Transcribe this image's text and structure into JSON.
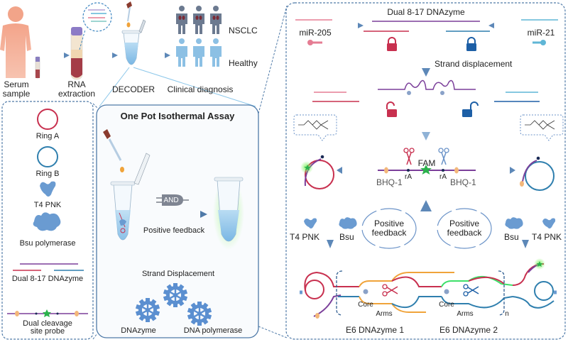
{
  "workflow": {
    "serum_label_line1": "Serum",
    "serum_label_line2": "sample",
    "rna_label_line1": "RNA",
    "rna_label_line2": "extraction",
    "decoder_label": "DECODER",
    "clinical_label": "Clinical diagnosis",
    "nsclc_label": "NSCLC",
    "healthy_label": "Healthy"
  },
  "legend": {
    "ring_a": "Ring A",
    "ring_b": "Ring B",
    "t4pnk": "T4 PNK",
    "bsu": "Bsu polymerase",
    "dual_dnazyme": "Dual 8-17 DNAzyme",
    "probe_line1": "Dual cleavage",
    "probe_line2": "site probe"
  },
  "assay": {
    "title": "One Pot Isothermal Assay",
    "and_gate": "AND",
    "positive_feedback": "Positive feedback",
    "strand_displacement": "Strand Displacement",
    "dnazyme": "DNAzyme",
    "dna_polymerase": "DNA polymerase"
  },
  "mechanism": {
    "dual_dnazyme": "Dual 8-17 DNAzyme",
    "mir205": "miR-205",
    "mir21": "miR-21",
    "strand_displacement": "Strand displacement",
    "fam": "FAM",
    "ra_left": "rA",
    "ra_right": "rA",
    "bhq_left": "BHQ-1",
    "bhq_right": "BHQ-1",
    "pf_left_line1": "Positive",
    "pf_left_line2": "feedback",
    "pf_right_line1": "Positive",
    "pf_right_line2": "feedback",
    "t4pnk_left": "T4 PNK",
    "bsu_left": "Bsu",
    "bsu_right": "Bsu",
    "t4pnk_right": "T4 PNK",
    "core1": "Core",
    "arms1": "Arms",
    "core2": "Core",
    "arms2": "Arms",
    "repeat_n": "n",
    "e6_1": "E6 DNAzyme 1",
    "e6_2": "E6 DNAzyme 2"
  },
  "colors": {
    "ring_a": "#c8304f",
    "ring_b": "#2f7fae",
    "purple_strand": "#7b3f9a",
    "mir205": "#e57d93",
    "mir21": "#5fb6d6",
    "enzyme": "#6a9bd1",
    "dashed_border": "#4f7aa8",
    "fam_green": "#2bb24c",
    "bhq_orange": "#f3b77a",
    "lock_red": "#c8304f",
    "lock_blue": "#1d5fa6"
  }
}
